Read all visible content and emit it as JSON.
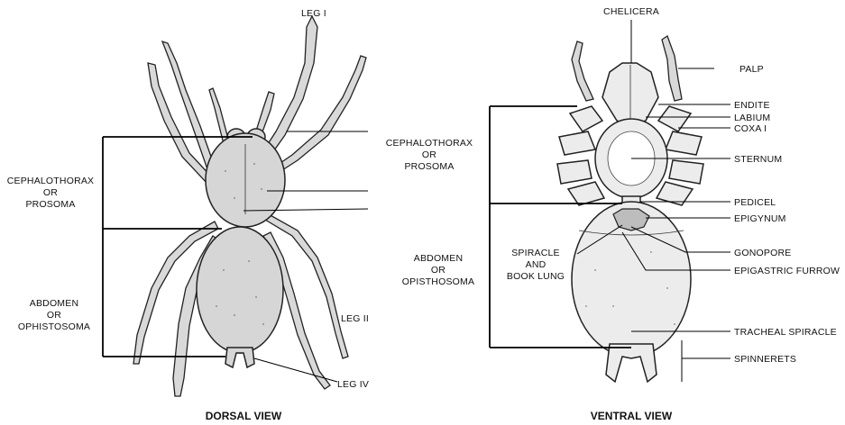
{
  "dorsal": {
    "title": "DORSAL VIEW",
    "labels": {
      "leg_i": "LEG I",
      "leg_ii": "LEG II",
      "leg_iv": "LEG IV",
      "cephalothorax": [
        "CEPHALOTHORAX",
        "OR",
        "PROSOMA"
      ],
      "abdomen": [
        "ABDOMEN",
        "OR",
        "OPHISTOSOMA"
      ]
    }
  },
  "ventral": {
    "title": "VENTRAL VIEW",
    "labels": {
      "chelicera": "CHELICERA",
      "palp": "PALP",
      "endite": "ENDITE",
      "labium": "LABIUM",
      "coxa_i": "COXA I",
      "sternum": "STERNUM",
      "pedicel": "PEDICEL",
      "epigynum": "EPIGYNUM",
      "gonopore": "GONOPORE",
      "epigastric_furrow": "EPIGASTRIC FURROW",
      "tracheal_spiracle": "TRACHEAL SPIRACLE",
      "spinnerets": "SPINNERETS",
      "spiracle_book_lung": [
        "SPIRACLE",
        "AND",
        "BOOK LUNG"
      ],
      "cephalothorax": [
        "CEPHALOTHORAX",
        "OR",
        "PROSOMA"
      ],
      "abdomen": [
        "ABDOMEN",
        "OR",
        "OPISTHOSOMA"
      ]
    }
  }
}
